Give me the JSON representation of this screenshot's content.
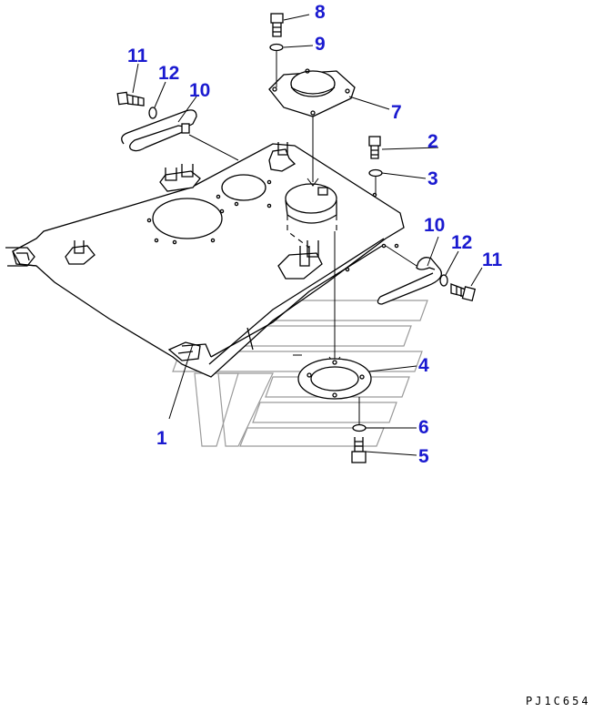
{
  "callouts": {
    "c1": "1",
    "c2": "2",
    "c3": "3",
    "c4": "4",
    "c5": "5",
    "c6": "6",
    "c7": "7",
    "c8": "8",
    "c9": "9",
    "c10a": "10",
    "c10b": "10",
    "c11a": "11",
    "c11b": "11",
    "c12a": "12",
    "c12b": "12"
  },
  "drawing_code": "PJ1C654",
  "colors": {
    "callout": "#1a1ad0",
    "line": "#000000",
    "watermark": "#9a9a9a"
  }
}
